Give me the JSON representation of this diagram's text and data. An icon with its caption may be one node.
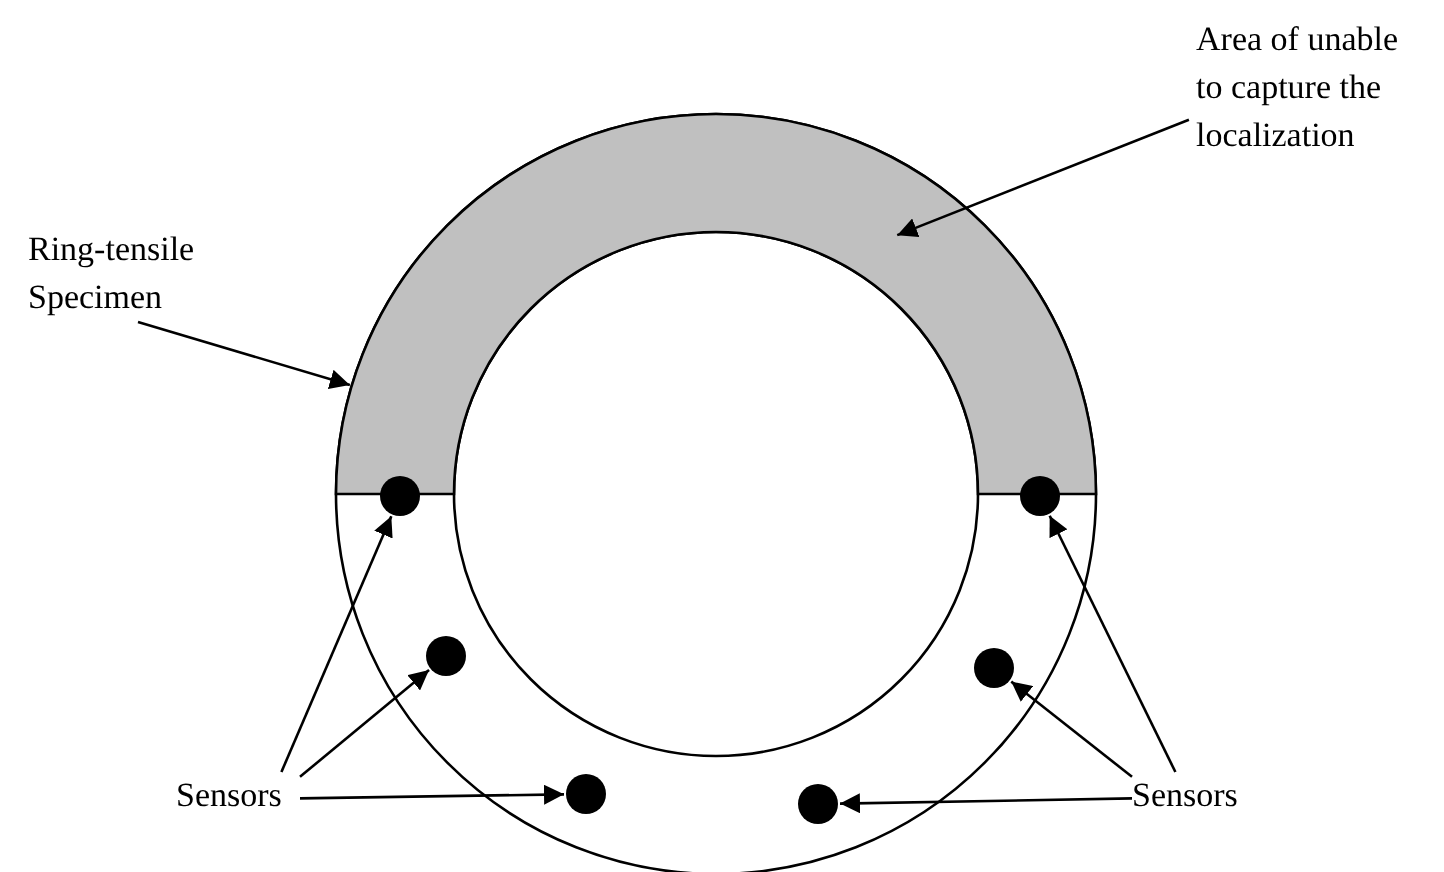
{
  "diagram": {
    "nodes": [
      {
        "text": [
          "Area of unable to capture the localization"
        ]
      },
      {
        "text": [
          "Ring-tensile Specimen"
        ]
      },
      {
        "text": [],
        "shape": "ring"
      },
      {
        "text": [],
        "shape": "band",
        "in": 2
      },
      {
        "text": [],
        "shape": "circle",
        "in": 2
      },
      {
        "text": [],
        "shape": "circle",
        "in": 2
      },
      {
        "text": [],
        "shape": "circle",
        "in": 2
      },
      {
        "text": [],
        "shape": "circle",
        "in": 2
      },
      {
        "text": [],
        "shape": "circle",
        "in": 2
      },
      {
        "text": [],
        "shape": "circle",
        "in": 2
      },
      {
        "text": [
          "Sensors"
        ]
      },
      {
        "text": [
          "Sensors"
        ]
      }
    ],
    "edges": [
      {
        "from": 0,
        "to": 3,
        "arrow": "to"
      },
      {
        "from": 1,
        "to": 2,
        "arrow": "to"
      },
      {
        "from": 10,
        "to": 4,
        "arrow": "to"
      },
      {
        "from": 10,
        "to": 5,
        "arrow": "to"
      },
      {
        "from": 10,
        "to": 6,
        "arrow": "to"
      },
      {
        "from": 11,
        "to": 9,
        "arrow": "to"
      },
      {
        "from": 11,
        "to": 8,
        "arrow": "to"
      },
      {
        "from": 11,
        "to": 7,
        "arrow": "to"
      }
    ]
  }
}
